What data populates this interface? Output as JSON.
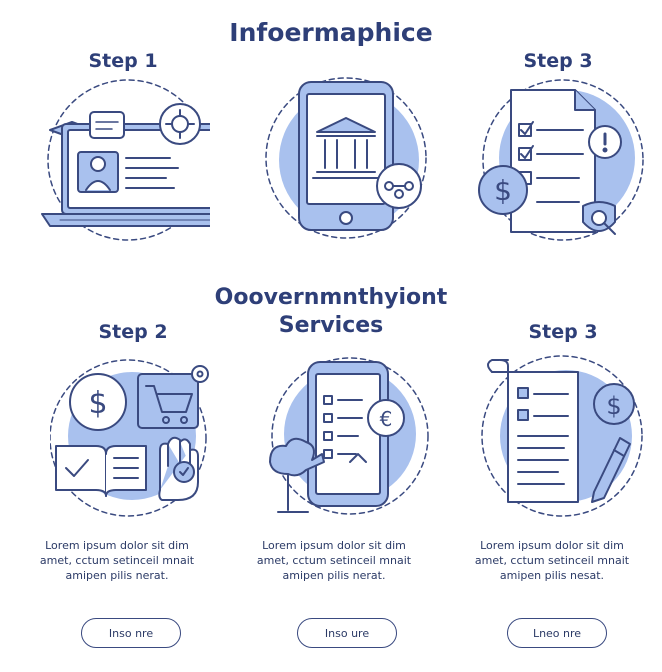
{
  "header": {
    "title": "Infoermaphice"
  },
  "section2": {
    "title_line1": "Ooovernmnthyiont",
    "title_line2": "Services"
  },
  "steps_top": [
    {
      "label": "Step 1"
    },
    {
      "label": "Step 3"
    }
  ],
  "steps_bottom": [
    {
      "label": "Step 2"
    },
    {
      "label": "Step 3"
    }
  ],
  "cards": [
    {
      "desc_line1": "Lorem ipsum dolor sit dim",
      "desc_line2": "amet, cctum setinceil mnait",
      "desc_line3": "amipen pilis nerat.",
      "button": "Inso nre"
    },
    {
      "desc_line1": "Lorem ipsum dolor sit dim",
      "desc_line2": "amet, cctum setinceil mnait",
      "desc_line3": "amipen pilis nerat.",
      "button": "Inso ure"
    },
    {
      "desc_line1": "Lorem ipsum dolor sit dim",
      "desc_line2": "amet, cctum setinceil mnait",
      "desc_line3": "amipen pilis nesat.",
      "button": "Lneo nre"
    }
  ],
  "icons": [
    "laptop-profile-icon",
    "mobile-bank-icon",
    "checklist-dollar-icon",
    "dollar-cart-book-icon",
    "mobile-checklist-euro-icon",
    "document-dollar-pen-icon"
  ],
  "colors": {
    "accent": "#a9c1ee",
    "stroke": "#3a4a80",
    "title": "#2e3f78"
  }
}
